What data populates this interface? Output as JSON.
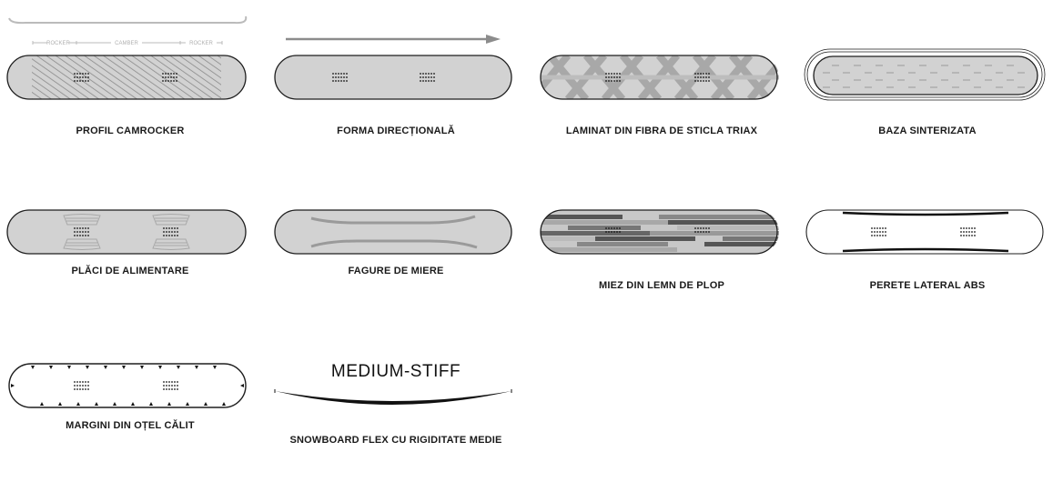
{
  "features": [
    {
      "id": "camrocker",
      "label": "PROFIL CAMROCKER",
      "profile_labels": {
        "rocker": "ROCKER",
        "camber": "CAMBER",
        "rocker2": "ROCKER"
      }
    },
    {
      "id": "directional",
      "label": "FORMA DIRECȚIONALĂ"
    },
    {
      "id": "triax",
      "label": "LAMINAT DIN FIBRA DE STICLA TRIAX"
    },
    {
      "id": "sintered",
      "label": "BAZA SINTERIZATA"
    },
    {
      "id": "power-plates",
      "label": "PLĂCI DE ALIMENTARE"
    },
    {
      "id": "honeycomb",
      "label": "FAGURE DE MIERE"
    },
    {
      "id": "poplar-core",
      "label": "MIEZ DIN LEMN DE PLOP"
    },
    {
      "id": "abs-sidewall",
      "label": "PERETE LATERAL ABS"
    },
    {
      "id": "steel-edges",
      "label": "MARGINI DIN OȚEL CĂLIT"
    },
    {
      "id": "flex",
      "label": "SNOWBOARD FLEX CU RIGIDITATE MEDIE",
      "flex_rating": "MEDIUM-STIFF"
    }
  ],
  "colors": {
    "board_fill": "#d2d2d2",
    "outline": "#1e1e1e",
    "pattern": "#9a9a9a",
    "arrow": "#8c8c8c",
    "core_dark": "#555555"
  }
}
